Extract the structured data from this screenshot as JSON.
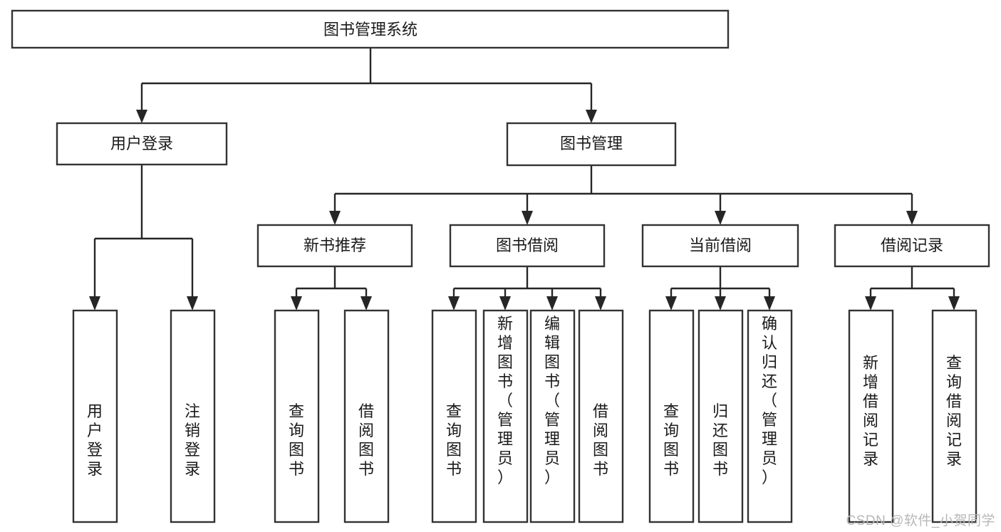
{
  "diagram": {
    "title": "图书管理系统",
    "type": "tree-hierarchy-chart",
    "colors": {
      "box_stroke": "#333333",
      "box_fill": "#ffffff",
      "connector": "#262626",
      "text": "#1a1a1a",
      "watermark": "#b7b7b7",
      "background": "#ffffff"
    },
    "root": {
      "label": "图书管理系统"
    },
    "level2": [
      {
        "label": "用户登录"
      },
      {
        "label": "图书管理"
      }
    ],
    "level3": [
      {
        "label": "新书推荐"
      },
      {
        "label": "图书借阅"
      },
      {
        "label": "当前借阅"
      },
      {
        "label": "借阅记录"
      }
    ],
    "leaves": {
      "user_login": [
        {
          "label": "用户登录"
        },
        {
          "label": "注销登录"
        }
      ],
      "new_book_recommend": [
        {
          "label": "查询图书"
        },
        {
          "label": "借阅图书"
        }
      ],
      "book_borrow": [
        {
          "label": "查询图书"
        },
        {
          "label": "新增图书（管理员）"
        },
        {
          "label": "编辑图书（管理员）"
        },
        {
          "label": "借阅图书"
        }
      ],
      "current_borrow": [
        {
          "label": "查询图书"
        },
        {
          "label": "归还图书"
        },
        {
          "label": "确认归还（管理员）"
        }
      ],
      "borrow_record": [
        {
          "label": "新增借阅记录"
        },
        {
          "label": "查询借阅记录"
        }
      ]
    }
  },
  "watermark": {
    "text": "CSDN @软件_小贺同学"
  }
}
